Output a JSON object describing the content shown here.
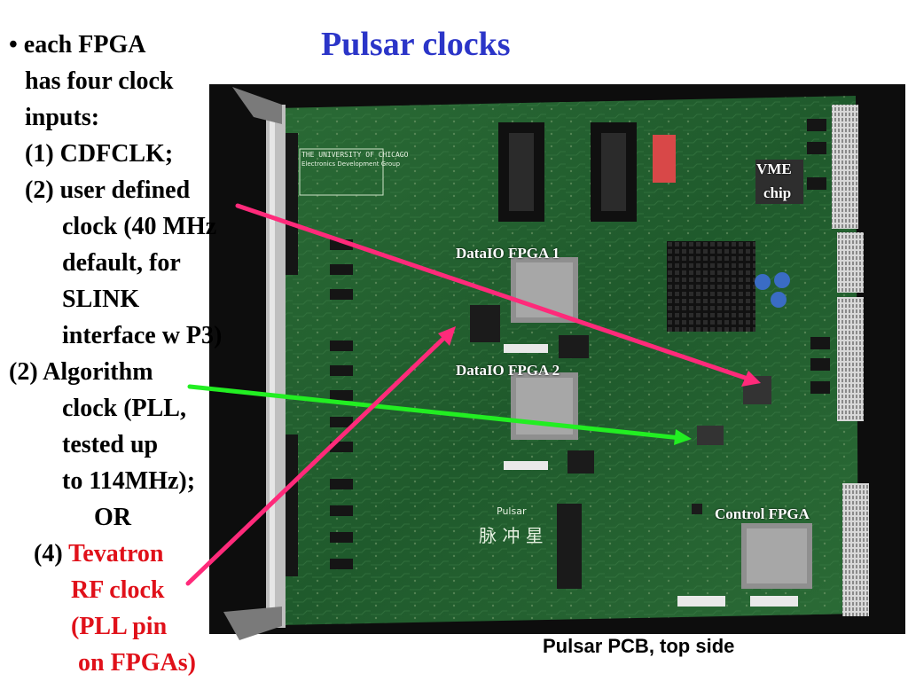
{
  "title": "Pulsar clocks",
  "text": {
    "line1": "• each FPGA",
    "line2": "has four clock",
    "line3": "inputs:",
    "line4": "(1) CDFCLK;",
    "line5": "(2) user defined",
    "line6": "clock (40 MHz",
    "line7": "default, for",
    "line8": "SLINK",
    "line9": "interface w P3)",
    "line10": "(2) Algorithm",
    "line11": "clock (PLL,",
    "line12": "tested up",
    "line13": "to 114MHz);",
    "line14": "OR",
    "line15_prefix": "(4) ",
    "line15_red": "Tevatron",
    "line16": "RF clock",
    "line17": "(PLL pin",
    "line18": "on FPGAs)"
  },
  "board": {
    "silkscreen_university": "THE UNIVERSITY OF CHICAGO",
    "silkscreen_group": "Electronics Development Group",
    "silkscreen_pulsar": "Pulsar",
    "silkscreen_chinese": "脉 冲 星",
    "labels": {
      "vme": "VME",
      "vme_chip": "chip",
      "dataio1": "DataIO FPGA 1",
      "dataio2": "DataIO FPGA 2",
      "control": "Control FPGA"
    }
  },
  "caption": "Pulsar PCB, top side",
  "colors": {
    "title": "#2b35c8",
    "highlight_text": "#e0111a",
    "arrow_pink": "#ff2a7a",
    "arrow_green": "#22ee22",
    "pcb": "#1f5a2c"
  }
}
